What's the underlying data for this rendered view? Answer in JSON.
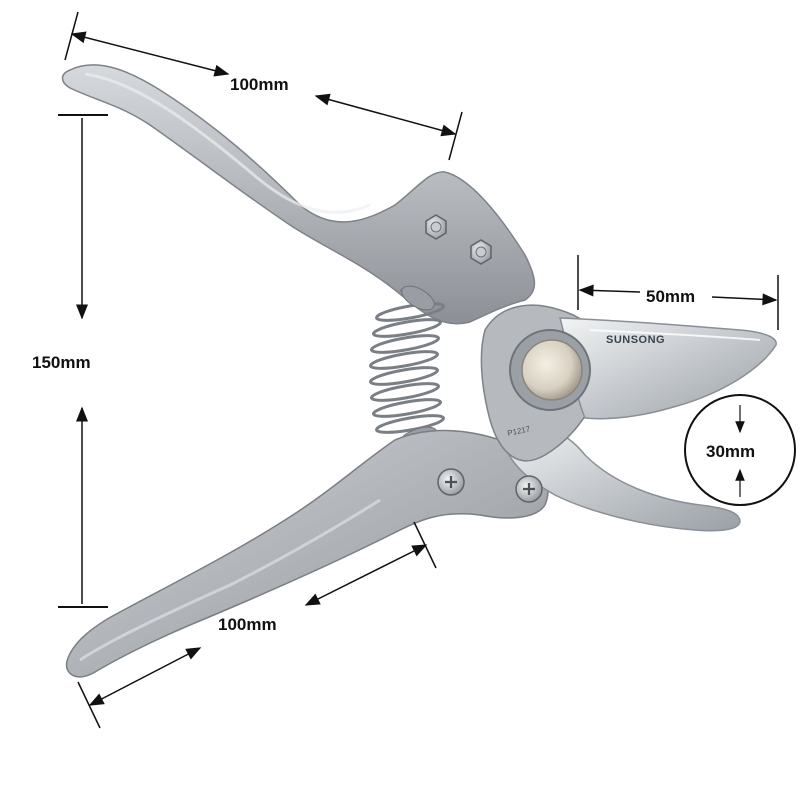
{
  "product": {
    "brand": "SUNSONG",
    "model": "P1217"
  },
  "dimensions": {
    "top_handle_length": "100mm",
    "overall_height": "150mm",
    "blade_length": "50mm",
    "cutting_capacity": "30mm",
    "bottom_handle_length": "100mm"
  },
  "colors": {
    "handle": "#b9bdc2",
    "blade": "#d9dde0",
    "background": "#ffffff",
    "label": "#111111"
  },
  "icons": [
    "hex-nut-icon",
    "phillips-screw-icon",
    "arrow-icon"
  ]
}
